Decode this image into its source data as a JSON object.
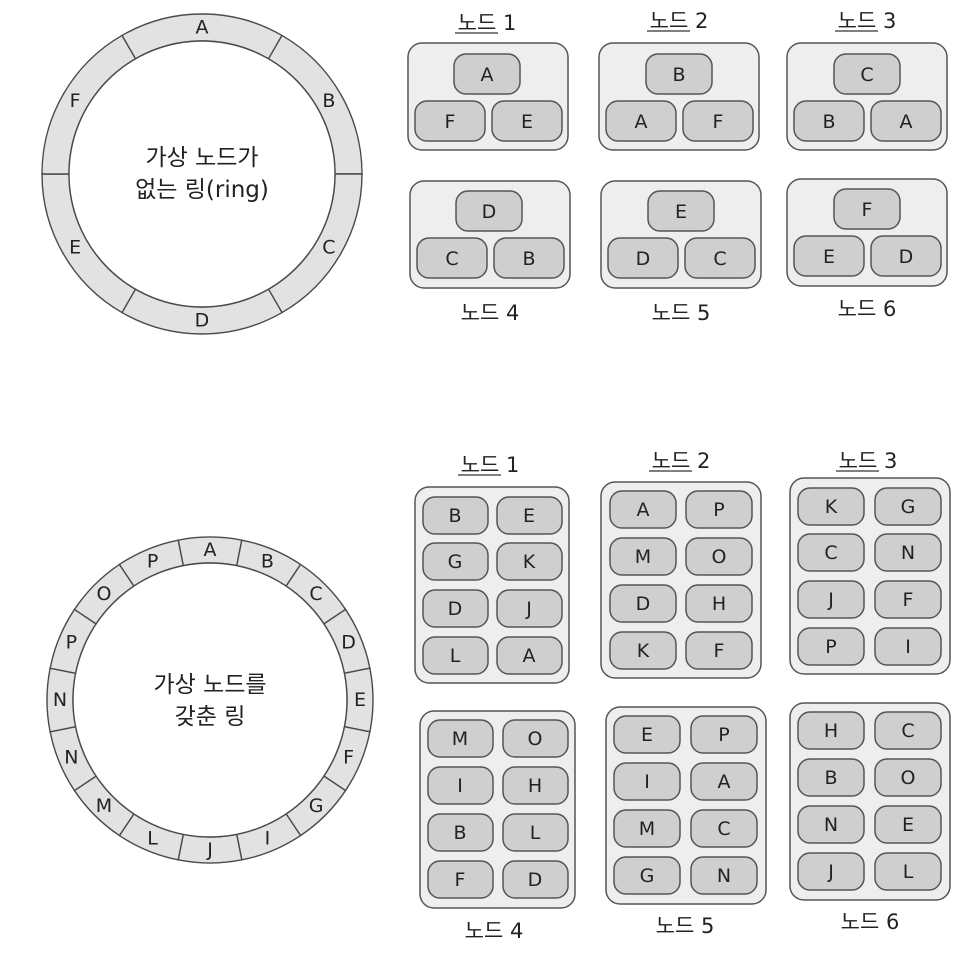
{
  "sections": [
    {
      "ring": {
        "center_lines": [
          "가상 노드가",
          "없는 링(ring)"
        ],
        "segments": [
          "A",
          "B",
          "C",
          "D",
          "E",
          "F"
        ]
      },
      "nodes": [
        {
          "title": "노드 1",
          "slots": [
            "A",
            "F",
            "E"
          ]
        },
        {
          "title": "노드 2",
          "slots": [
            "B",
            "A",
            "F"
          ]
        },
        {
          "title": "노드 3",
          "slots": [
            "C",
            "B",
            "A"
          ]
        },
        {
          "title": "노드 4",
          "slots": [
            "D",
            "C",
            "B"
          ]
        },
        {
          "title": "노드 5",
          "slots": [
            "E",
            "D",
            "C"
          ]
        },
        {
          "title": "노드 6",
          "slots": [
            "F",
            "E",
            "D"
          ]
        }
      ]
    },
    {
      "ring": {
        "center_lines": [
          "가상 노드를",
          "갖춘 링"
        ],
        "segments": [
          "A",
          "B",
          "C",
          "D",
          "E",
          "F",
          "G",
          "I",
          "J",
          "L",
          "M",
          "N",
          "N",
          "P",
          "O",
          "P"
        ]
      },
      "nodes": [
        {
          "title": "노드 1",
          "slots": [
            "B",
            "E",
            "G",
            "K",
            "D",
            "J",
            "L",
            "A"
          ]
        },
        {
          "title": "노드 2",
          "slots": [
            "A",
            "P",
            "M",
            "O",
            "D",
            "H",
            "K",
            "F"
          ]
        },
        {
          "title": "노드 3",
          "slots": [
            "K",
            "G",
            "C",
            "N",
            "J",
            "F",
            "P",
            "I"
          ]
        },
        {
          "title": "노드 4",
          "slots": [
            "M",
            "O",
            "I",
            "H",
            "B",
            "L",
            "F",
            "D"
          ]
        },
        {
          "title": "노드 5",
          "slots": [
            "E",
            "P",
            "I",
            "A",
            "M",
            "C",
            "G",
            "N"
          ]
        },
        {
          "title": "노드 6",
          "slots": [
            "H",
            "C",
            "B",
            "O",
            "N",
            "E",
            "J",
            "L"
          ]
        }
      ]
    }
  ]
}
